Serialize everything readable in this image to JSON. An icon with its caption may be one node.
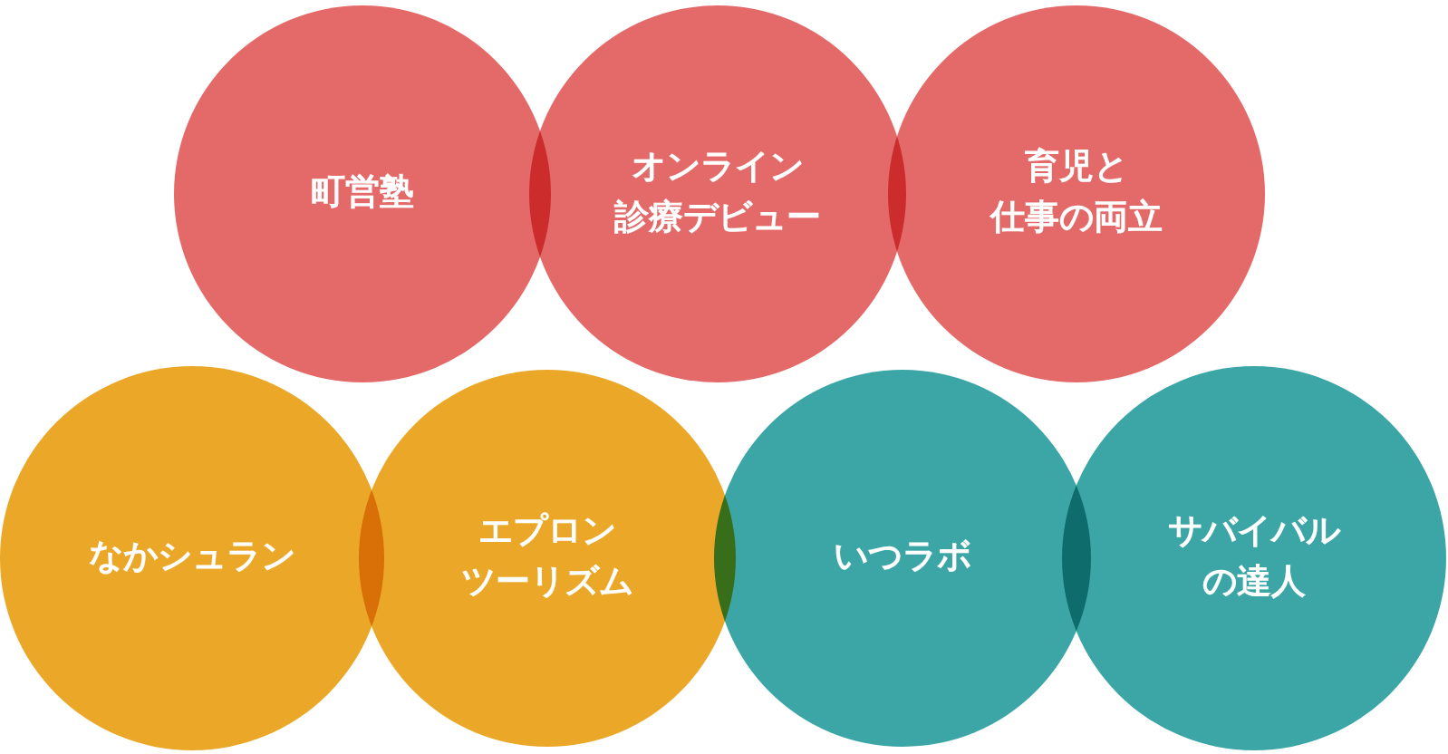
{
  "diagram": {
    "nodes": [
      {
        "text": [
          "町営塾"
        ]
      },
      {
        "text": [
          "オンライン診療デビュー"
        ]
      },
      {
        "text": [
          "育児と仕事の両立"
        ]
      },
      {
        "text": [
          "なかシュラン"
        ]
      },
      {
        "text": [
          "エプロンツーリズム"
        ]
      },
      {
        "text": [
          "いつラボ"
        ]
      },
      {
        "text": [
          "サバイバルの達人"
        ]
      }
    ]
  }
}
